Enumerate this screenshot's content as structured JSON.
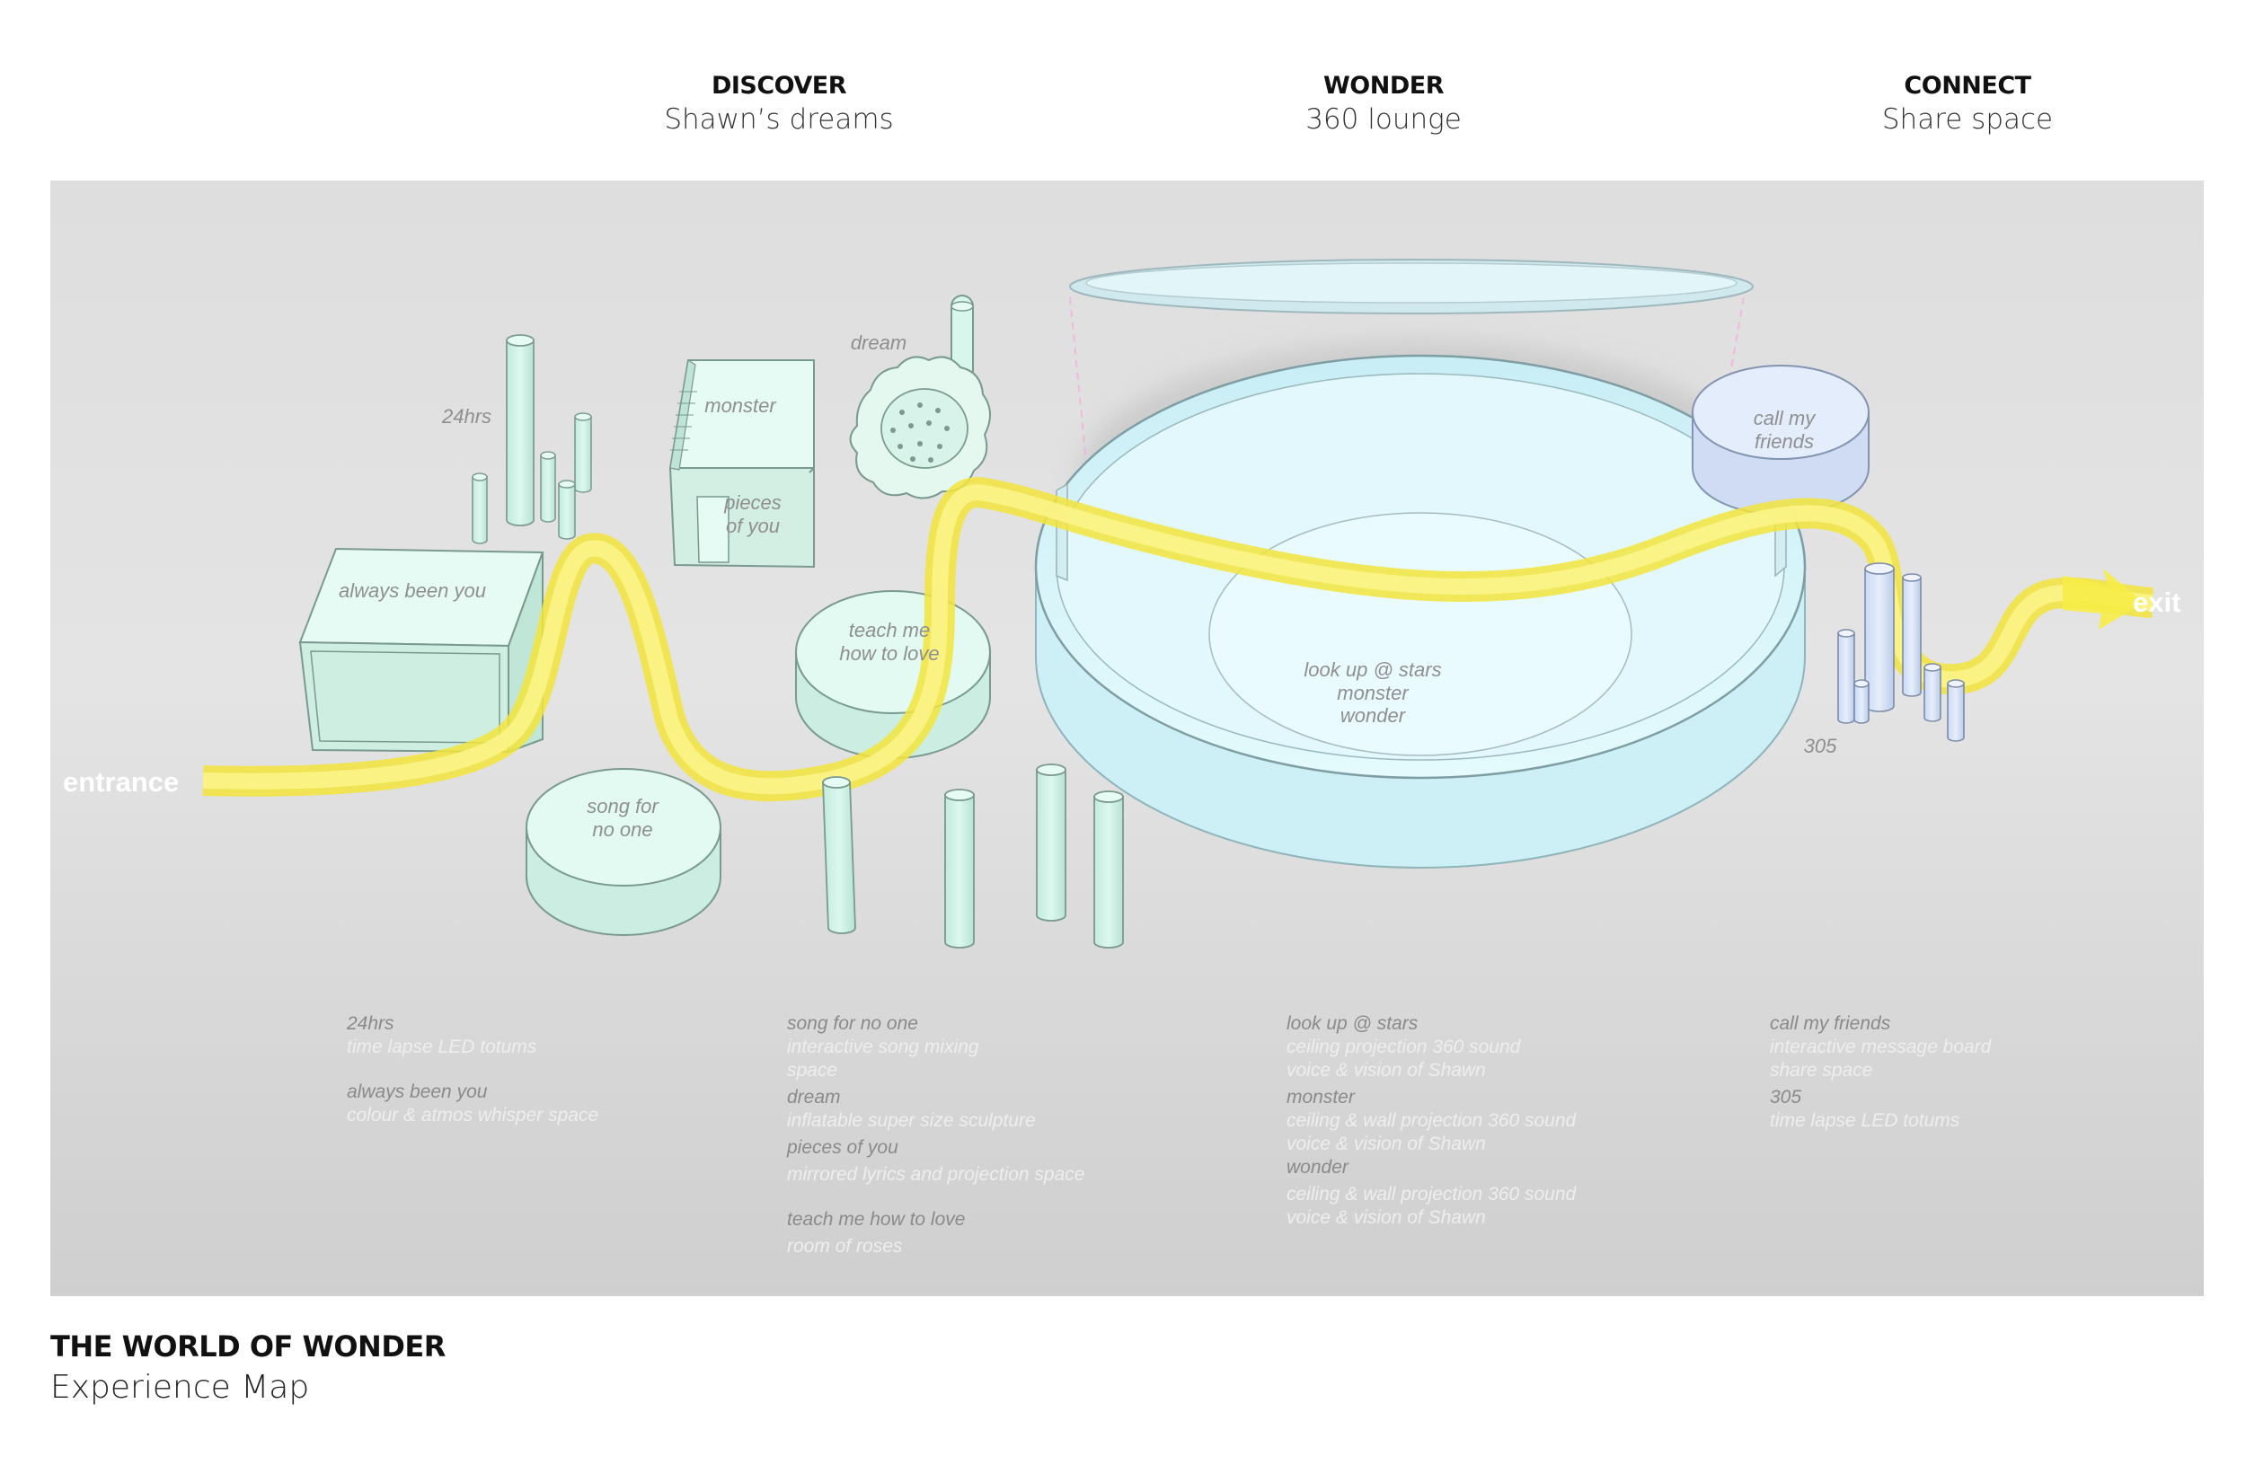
{
  "zones": [
    {
      "title": "DISCOVER",
      "subtitle": "Shawn’s dreams"
    },
    {
      "title": "WONDER",
      "subtitle": "360 lounge"
    },
    {
      "title": "CONNECT",
      "subtitle": "Share space"
    }
  ],
  "map": {
    "entrance": "entrance",
    "exit": "exit",
    "labels": {
      "hrs24": "24hrs",
      "always_been_you": "always been you",
      "monster": "monster",
      "pieces_line1": "pieces",
      "pieces_line2": "of you",
      "dream": "dream",
      "teach_line1": "teach me",
      "teach_line2": "how to love",
      "song_line1": "song for",
      "song_line2": "no one",
      "lounge_line1": "look up @ stars",
      "lounge_line2": "monster",
      "lounge_line3": "wonder",
      "call_line1": "call my",
      "call_line2": "friends",
      "n305": "305"
    },
    "colors": {
      "path": "#f7ee4a",
      "object": "#d7f7ec",
      "lounge": "#dcf6fb",
      "call": "#dde8f8"
    }
  },
  "descriptions": {
    "col1": {
      "i0_title": "24hrs",
      "i0_desc": "time lapse LED totums",
      "i1_title": "always been you",
      "i1_desc": "colour & atmos whisper space"
    },
    "col2": {
      "i0_title": "song for no one",
      "i0_desc1": "interactive song mixing",
      "i0_desc2": "space",
      "i1_title": "dream",
      "i1_desc": "inflatable super size sculpture",
      "i2_title": "pieces of you",
      "i2_desc": "mirrored lyrics and projection space",
      "i3_title": "teach me how to love",
      "i3_desc": "room of roses"
    },
    "col3": {
      "i0_title": "look up @ stars",
      "i0_desc1": "ceiling projection 360 sound",
      "i0_desc2": "voice & vision of Shawn",
      "i1_title": "monster",
      "i1_desc1": "ceiling & wall projection 360 sound",
      "i1_desc2": "voice & vision of Shawn",
      "i2_title": "wonder",
      "i2_desc1": "ceiling & wall projection 360 sound",
      "i2_desc2": "voice & vision of Shawn"
    },
    "col4": {
      "i0_title": "call my friends",
      "i0_desc1": "interactive message board",
      "i0_desc2": "share space",
      "i1_title": "305",
      "i1_desc": "time lapse LED totums"
    }
  },
  "footer": {
    "title": "THE WORLD OF WONDER",
    "subtitle": "Experience Map"
  }
}
